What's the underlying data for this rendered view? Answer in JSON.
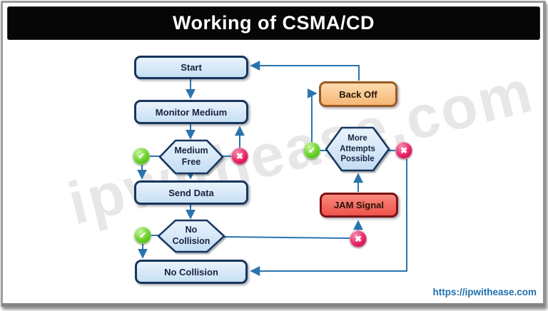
{
  "title_bar": {
    "title": "Working of CSMA/CD"
  },
  "watermark": {
    "text": "ipwithease.com"
  },
  "footer": {
    "site_url": "https://ipwithease.com"
  },
  "icons": {
    "check": "✔",
    "cross": "✖"
  },
  "colors": {
    "title_bg": "#060606",
    "title_text": "#ffffff",
    "connector": "#2b74ad",
    "node_border": "#16365c",
    "node_fill": "#cfe4f7",
    "backoff_fill": "#f8c78f",
    "backoff_border": "#9a5b23",
    "jam_fill": "#f2635c",
    "jam_border": "#7c1212",
    "success_icon": "#5cc926",
    "failure_icon": "#e42361",
    "url_text": "#1f6fad"
  },
  "flowchart": {
    "nodes": {
      "start": {
        "label": "Start",
        "type": "process"
      },
      "monitor": {
        "label": "Monitor Medium",
        "type": "process"
      },
      "medium_free": {
        "line1": "Medium",
        "line2": "Free",
        "type": "decision"
      },
      "send_data": {
        "label": "Send Data",
        "type": "process"
      },
      "no_collision_decision": {
        "line1": "No",
        "line2": "Collision",
        "type": "decision"
      },
      "no_collision_result": {
        "label": "No Collision",
        "type": "process"
      },
      "back_off": {
        "label": "Back Off",
        "type": "process"
      },
      "more_attempts": {
        "line1": "More",
        "line2": "Attempts",
        "line3": "Possible",
        "type": "decision"
      },
      "jam_signal": {
        "label": "JAM Signal",
        "type": "process"
      }
    },
    "edges": [
      {
        "from": "Start",
        "to": "Monitor Medium"
      },
      {
        "from": "Monitor Medium",
        "to": "Medium Free"
      },
      {
        "from": "Medium Free",
        "to": "Monitor Medium",
        "condition": "no"
      },
      {
        "from": "Medium Free",
        "to": "Send Data",
        "condition": "yes"
      },
      {
        "from": "Send Data",
        "to": "No Collision"
      },
      {
        "from": "No Collision",
        "to": "No Collision",
        "condition": "yes"
      },
      {
        "from": "No Collision",
        "to": "JAM Signal",
        "condition": "no"
      },
      {
        "from": "JAM Signal",
        "to": "More Attempts Possible"
      },
      {
        "from": "More Attempts Possible",
        "to": "Back Off",
        "condition": "yes"
      },
      {
        "from": "More Attempts Possible",
        "to": "No Collision",
        "condition": "no"
      },
      {
        "from": "Back Off",
        "to": "Start"
      }
    ]
  }
}
